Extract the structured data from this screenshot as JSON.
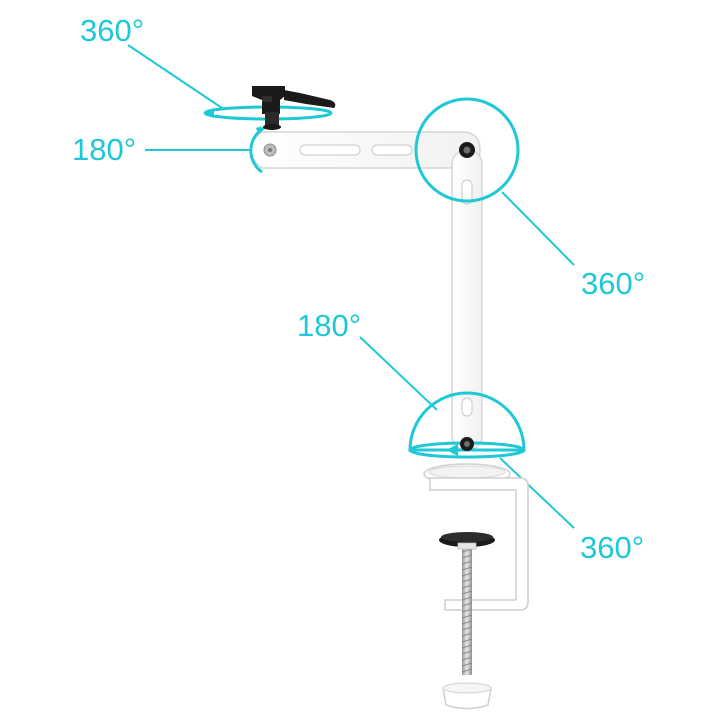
{
  "labels": {
    "top_rotation": "360°",
    "top_tilt": "180°",
    "elbow_rotation": "360°",
    "base_tilt": "180°",
    "base_rotation": "360°"
  },
  "colors": {
    "accent": "#1ec8d6",
    "arm": "#ffffff",
    "arm_outline": "#d6d6d6",
    "knob": "#1a1a1a",
    "metal": "#c9c9c9"
  }
}
